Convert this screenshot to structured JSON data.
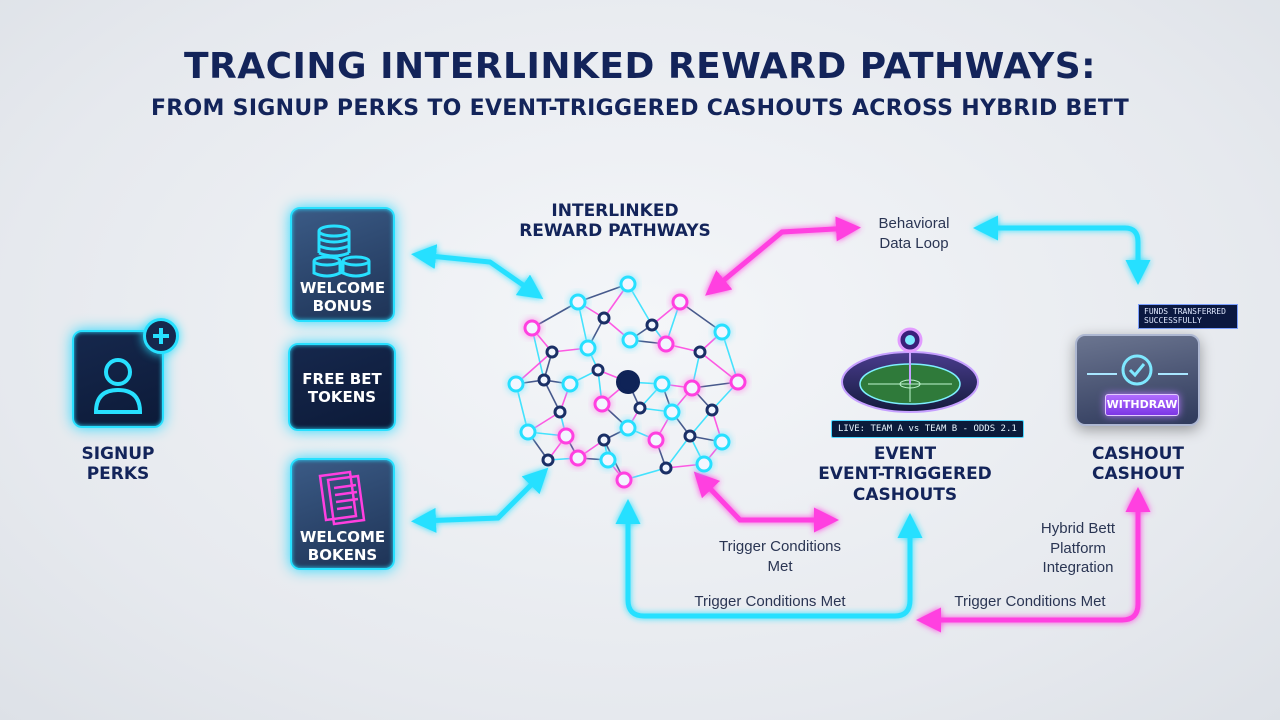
{
  "header": {
    "title": "TRACING INTERLINKED REWARD PATHWAYS:",
    "subtitle": "FROM SIGNUP PERKS TO EVENT-TRIGGERED CASHOUTS ACROSS HYBRID BETT"
  },
  "nodes": {
    "signup": "SIGNUP\nPERKS",
    "welcome_bonus": "WELCOME\nBONUS",
    "free_bet": "FREE BET\nTOKENS",
    "welcome_bokens": "WELCOME\nBOKENS",
    "network_label": "INTERLINKED\nREWARD PATHWAYS",
    "event_label": "EVENT\nEVENT-TRIGGERED\nCASHOUTS",
    "cashout_label": "CASHOUT\nCASHOUT"
  },
  "annotations": {
    "behavioral": "Behavioral\nData Loop",
    "trigger_met_1": "Trigger Conditions\nMet",
    "trigger_met_2": "Trigger Conditions Met",
    "trigger_met_3": "Trigger Conditions Met",
    "hybrid": "Hybrid Bett\nPlatform\nIntegration"
  },
  "event_panel": {
    "live_ticker": "LIVE: TEAM A vs TEAM B - ODDS 2.1"
  },
  "cashout_panel": {
    "toast": "FUNDS TRANSFERRED\nSUCCESSFULLY",
    "withdraw_label": "WITHDRAW"
  },
  "icons": {
    "signup": "user-plus-icon",
    "welcome_bonus": "coin-stack-icon",
    "welcome_bokens": "documents-icon",
    "event": "stadium-icon",
    "cashout": "check-circle-icon"
  },
  "colors": {
    "cyan": "#27e0ff",
    "magenta": "#ff3fe0",
    "navy": "#13245a"
  }
}
